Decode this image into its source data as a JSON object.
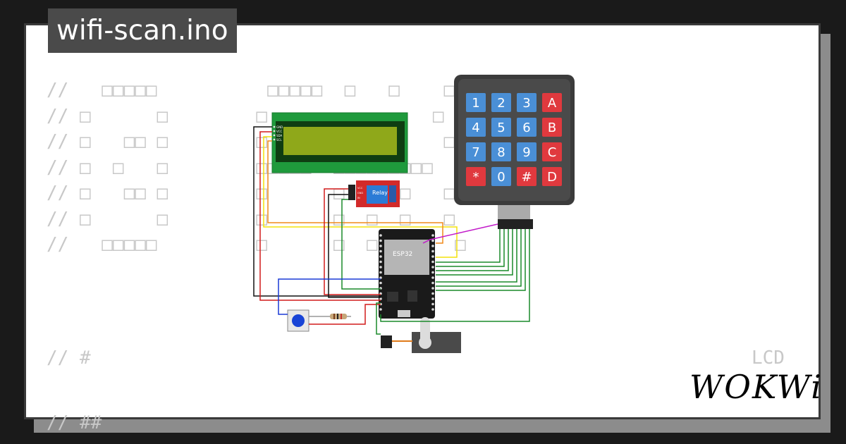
{
  "project": {
    "title": "wifi-scan.ino"
  },
  "code_lines": [
    "//   □□□□□          □□□□□  □   □    □□",
    "// □      □        □               □",
    "// □   □□ □        □                □",
    "// □  □   □        □□□□□  □□□□□□□□□",
    "// □   □□ □        □      □  □  □   □",
    "// □      □        □      □  □  □   □",
    "//   □□□□□         □      □  □       □"
  ],
  "comment_hash": "// #",
  "comment_hash2": "// ##",
  "lcd_label": "LCD",
  "brand": {
    "logo": "WOKWi"
  },
  "components": {
    "relay_label": "Relay",
    "esp32_label": "ESP32",
    "lcd_pins": [
      "GND",
      "VCC",
      "SDA",
      "SCL"
    ],
    "relay_pins": [
      "VCC",
      "GND",
      "IN"
    ],
    "keypad_keys": [
      "1",
      "2",
      "3",
      "A",
      "4",
      "5",
      "6",
      "B",
      "7",
      "8",
      "9",
      "C",
      "*",
      "0",
      "#",
      "D"
    ]
  },
  "colors": {
    "key_blue": "#4a8fd6",
    "key_red": "#e0393e",
    "lcd_green": "#1f9a3c",
    "lcd_screen": "#8fa81a",
    "relay_red": "#d22a2a"
  }
}
